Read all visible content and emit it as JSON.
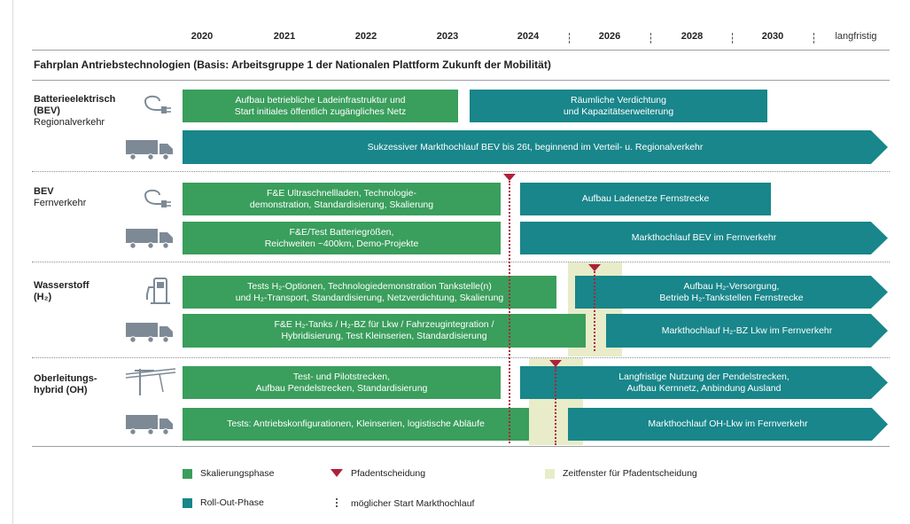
{
  "title": "Fahrplan Antriebstechnologien (Basis: Arbeitsgruppe 1 der Nationalen Plattform Zukunft der Mobilität)",
  "timeline": {
    "years": [
      "2020",
      "2021",
      "2022",
      "2023",
      "2024",
      "2026",
      "2028",
      "2030",
      "langfristig"
    ]
  },
  "categories": [
    {
      "name": "Batterieelektrisch (BEV)",
      "name_line1": "Batterieelektrisch",
      "name_line2": "(BEV)",
      "sub": "Regionalverkehr"
    },
    {
      "name": "BEV",
      "name_line1": "BEV",
      "name_line2": "",
      "sub": "Fernverkehr"
    },
    {
      "name": "Wasserstoff (H2)",
      "name_line1": "Wasserstoff",
      "name_line2": "(H₂)",
      "sub": ""
    },
    {
      "name": "Oberleitungs-hybrid (OH)",
      "name_line1": "Oberleitungs-",
      "name_line2": "hybrid (OH)",
      "sub": ""
    }
  ],
  "segments": [
    {
      "phase": "Skalierungsphase",
      "label": "Aufbau betriebliche Ladeinfrastruktur und\nStart initiales öffentlich zugängliches Netz"
    },
    {
      "phase": "Roll-Out-Phase",
      "label": "Räumliche Verdichtung\nund Kapazitätserweiterung"
    },
    {
      "phase": "Roll-Out-Phase",
      "label": "Sukzessiver Markthochlauf BEV bis 26t, beginnend im Verteil- u. Regionalverkehr"
    },
    {
      "phase": "Skalierungsphase",
      "label": "F&E Ultraschnellladen, Technologie-\ndemonstration, Standardisierung, Skalierung"
    },
    {
      "phase": "Roll-Out-Phase",
      "label": "Aufbau Ladenetze Fernstrecke"
    },
    {
      "phase": "Skalierungsphase",
      "label": "F&E/Test Batteriegrößen,\nReichweiten ~400km, Demo-Projekte"
    },
    {
      "phase": "Roll-Out-Phase",
      "label": "Markthochlauf BEV im Fernverkehr"
    },
    {
      "phase": "Skalierungsphase",
      "label": "Tests H₂-Optionen, Technologiedemonstration Tankstelle(n)\nund H₂-Transport, Standardisierung, Netzverdichtung, Skalierung"
    },
    {
      "phase": "Roll-Out-Phase",
      "label": "Aufbau H₂-Versorgung,\nBetrieb H₂-Tankstellen Fernstrecke"
    },
    {
      "phase": "Skalierungsphase",
      "label": "F&E H₂-Tanks / H₂-BZ für Lkw / Fahrzeugintegration /\nHybridisierung, Test Kleinserien, Standardisierung"
    },
    {
      "phase": "Roll-Out-Phase",
      "label": "Markthochlauf H₂-BZ Lkw im Fernverkehr"
    },
    {
      "phase": "Skalierungsphase",
      "label": "Test- und Pilotstrecken,\nAufbau Pendelstrecken, Standardisierung"
    },
    {
      "phase": "Roll-Out-Phase",
      "label": "Langfristige Nutzung der Pendelstrecken,\nAufbau Kernnetz, Anbindung Ausland"
    },
    {
      "phase": "Skalierungsphase",
      "label": "Tests: Antriebskonfigurationen, Kleinserien, logistische Abläufe"
    },
    {
      "phase": "Roll-Out-Phase",
      "label": "Markthochlauf OH-Lkw im Fernverkehr"
    }
  ],
  "legend": {
    "scaling": "Skalierungsphase",
    "rollout": "Roll-Out-Phase",
    "decision": "Pfadentscheidung",
    "start": "möglicher Start Markthochlauf",
    "window": "Zeitfenster für Pfadentscheidung"
  },
  "colors": {
    "scaling": "#3a9e5c",
    "rollout": "#18868a",
    "decision": "#b0203a",
    "window": "#e8ecc8"
  },
  "icons": [
    "charging-plug-icon",
    "truck-icon",
    "hydrogen-pump-icon",
    "overhead-line-icon"
  ]
}
